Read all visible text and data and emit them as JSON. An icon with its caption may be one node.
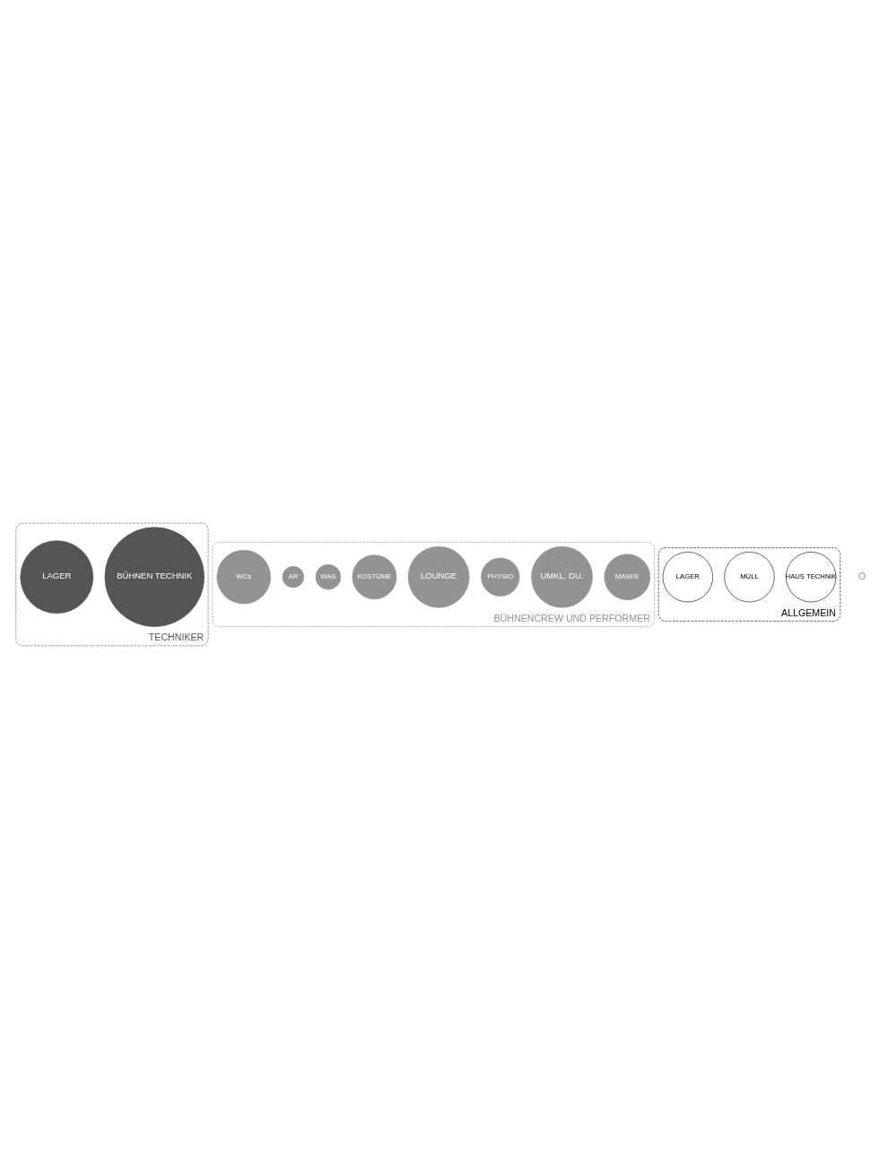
{
  "diagram": {
    "nodes": [
      {
        "text": [
          "TECHNIKER"
        ]
      },
      {
        "text": [
          "BÜHNEN TECHNIK"
        ],
        "in": 0
      },
      {
        "text": [
          "LAGER"
        ],
        "in": 0
      },
      {
        "text": [
          "BÜHNENCREW UND PERFORMER"
        ]
      },
      {
        "text": [
          "MASKE"
        ],
        "in": 3
      },
      {
        "text": [
          "UMKL. DU."
        ],
        "in": 3
      },
      {
        "text": [
          "PHYSIO"
        ],
        "in": 3
      },
      {
        "text": [
          "LOUNGE"
        ],
        "in": 3
      },
      {
        "text": [
          "KOSTÜME"
        ],
        "in": 3
      },
      {
        "text": [
          "WAS"
        ],
        "in": 3
      },
      {
        "text": [
          "AR"
        ],
        "in": 3
      },
      {
        "text": [
          "WCs"
        ],
        "in": 3
      },
      {
        "text": [
          "ALLGEMEIN"
        ]
      },
      {
        "text": [
          "HAUS TECHNIK"
        ],
        "in": 12
      },
      {
        "text": [
          "MÜLL"
        ],
        "in": 12
      },
      {
        "text": [
          "LAGER"
        ],
        "in": 12
      }
    ],
    "edges": [],
    "labels": [
      "O"
    ]
  }
}
